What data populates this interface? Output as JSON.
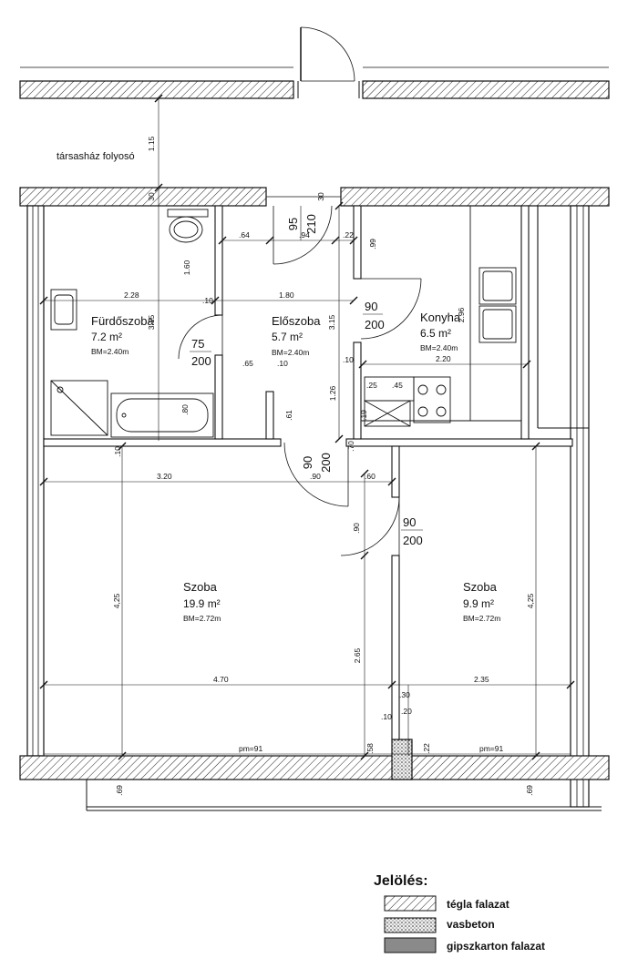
{
  "corridor_label": "társasház folyosó",
  "rooms": [
    {
      "key": "furdo",
      "name": "Fürdőszoba",
      "area": "7.2  m²",
      "bm": "BM=2.40m"
    },
    {
      "key": "eloszoba",
      "name": "Előszoba",
      "area": "5.7  m²",
      "bm": "BM=2.40m"
    },
    {
      "key": "konyha",
      "name": "Konyha",
      "area": "6.5  m²",
      "bm": "BM=2.40m"
    },
    {
      "key": "szoba1",
      "name": "Szoba",
      "area": "19.9  m²",
      "bm": "BM=2.72m"
    },
    {
      "key": "szoba2",
      "name": "Szoba",
      "area": "9.9  m²",
      "bm": "BM=2.72m"
    }
  ],
  "doors": [
    {
      "w": "95",
      "h": "210"
    },
    {
      "w": "90",
      "h": "200"
    },
    {
      "w": "75",
      "h": "200"
    },
    {
      "w": "90",
      "h": "200"
    },
    {
      "w": "90",
      "h": "200"
    }
  ],
  "dims": {
    "d115": "1.15",
    "d30a": "30",
    "d30b": "30",
    "d064": ".64",
    "d094": ".94",
    "d022a": ".22",
    "d099": ".99",
    "d160": "1.60",
    "d228": "2.28",
    "d010a": ".10",
    "d180": "1.80",
    "d315a": "3.15",
    "d315b": "3.15",
    "d296": "2.96",
    "d065": ".65",
    "d010b": ".10",
    "d010c": ".10",
    "d220": "2.20",
    "d025": ".25",
    "d045": ".45",
    "d126": "1.26",
    "d019": ".19",
    "d080": ".80",
    "d061": ".61",
    "d070": ".70",
    "d010d": ".10",
    "d320": "3.20",
    "d090a": ".90",
    "d060": ".60",
    "d090b": ".90",
    "d425a": "4,25",
    "d425b": "4,25",
    "d265": "2.65",
    "d470": "4.70",
    "d235": "2.35",
    "d030c": ".30",
    "d020": ".20",
    "d010e": ".10",
    "d058": ".58",
    "d022b": ".22",
    "pm1": "pm=91",
    "pm2": "pm=91",
    "d069a": ".69",
    "d069b": ".69"
  },
  "legend": {
    "title": "Jelölés:",
    "items": [
      "tégla falazat",
      "vasbeton",
      "gipszkarton falazat"
    ]
  }
}
